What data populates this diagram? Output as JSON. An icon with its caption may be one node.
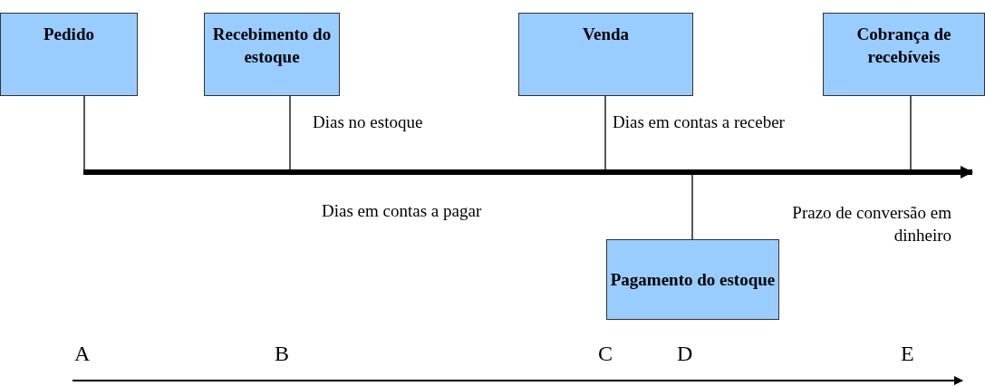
{
  "diagram": {
    "nodes": [
      {
        "text": [
          "Pedido"
        ]
      },
      {
        "text": [
          "Recebimento do estoque"
        ]
      },
      {
        "text": [
          "Venda"
        ]
      },
      {
        "text": [
          "Cobrança de recebíveis"
        ]
      },
      {
        "text": [
          "Pagamento do estoque"
        ]
      }
    ],
    "edges": [
      {
        "from": 0,
        "to": null,
        "arrow": "none"
      },
      {
        "from": 1,
        "to": null,
        "arrow": "none"
      },
      {
        "from": 2,
        "to": null,
        "arrow": "none"
      },
      {
        "from": 3,
        "to": null,
        "arrow": "none"
      },
      {
        "from": 4,
        "to": null,
        "arrow": "none"
      }
    ],
    "labels": [
      "Dias no estoque",
      "Dias em contas a receber",
      "Dias em contas a pagar",
      "Prazo de conversão em dinheiro",
      "A",
      "B",
      "C",
      "D",
      "E"
    ]
  }
}
